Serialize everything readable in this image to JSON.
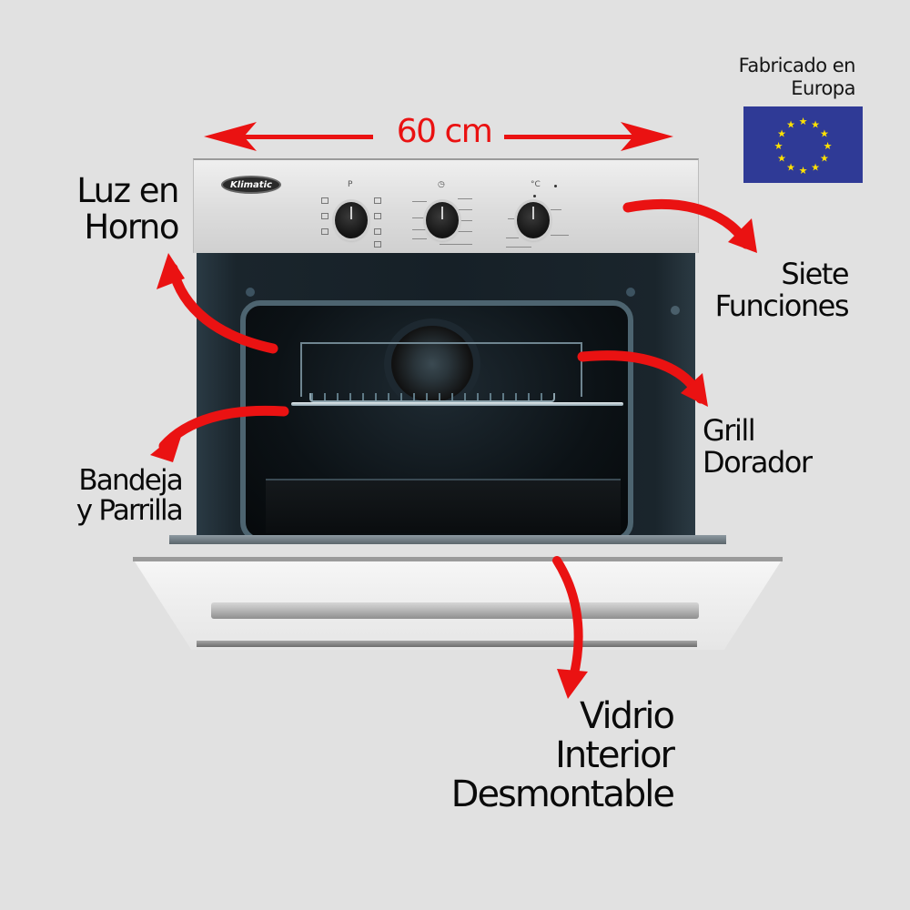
{
  "dimension": {
    "label": "60 cm",
    "color": "#ea1212"
  },
  "origin": {
    "caption_line1": "Fabricado en",
    "caption_line2": "Europa",
    "flag": {
      "name": "eu-flag",
      "background": "#2f3a96",
      "star_color": "#ffe200",
      "star_count": 12
    }
  },
  "product": {
    "brand": "Klimatic",
    "knobs": [
      {
        "name": "function-selector-knob",
        "symbol": "P"
      },
      {
        "name": "timer-knob",
        "symbol": "◷"
      },
      {
        "name": "temperature-knob",
        "symbol": "°C"
      }
    ]
  },
  "features": [
    {
      "id": "oven-light",
      "line1": "Luz en",
      "line2": "Horno"
    },
    {
      "id": "seven-functions",
      "line1": "Siete",
      "line2": "Funciones"
    },
    {
      "id": "grill",
      "line1": "Grill",
      "line2": "Dorador"
    },
    {
      "id": "tray-rack",
      "line1": "Bandeja",
      "line2": "y Parrilla"
    },
    {
      "id": "removable-glass",
      "line1": "Vidrio",
      "line2": "Interior",
      "line3": "Desmontable"
    }
  ],
  "accent_color": "#ea1212",
  "background_color": "#e1e1e1"
}
